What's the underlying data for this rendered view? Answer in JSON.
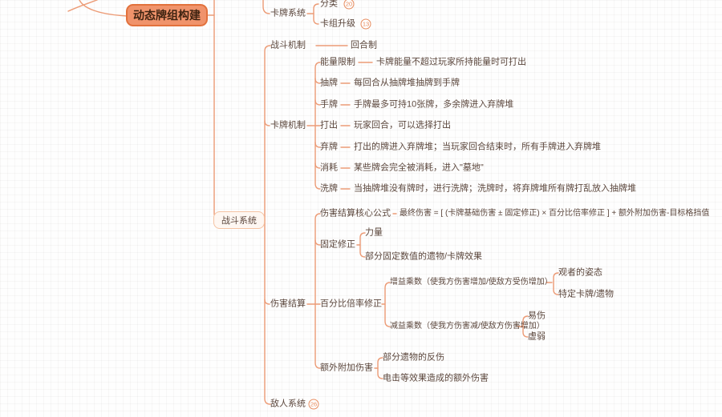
{
  "colors": {
    "connector_line": "#EC9B76",
    "main_node_fill": "#F0936B",
    "main_node_border": "#E2713C",
    "soft_node_border": "#F5C3A3",
    "text": "#5B463C",
    "badge": "#E78B5D"
  },
  "root": {
    "label": "动态牌组构建"
  },
  "card_system": {
    "label": "卡牌系统",
    "children": [
      {
        "label": "分类",
        "badge": "20"
      },
      {
        "label": "卡组升级",
        "badge": "13"
      }
    ]
  },
  "battle_system": {
    "label": "战斗系统",
    "battle_mechanism": {
      "label": "战斗机制",
      "mode": "回合制"
    },
    "card_mechanism": {
      "label": "卡牌机制",
      "rows": [
        {
          "label": "能量限制",
          "desc": "卡牌能量不超过玩家所持能量时可打出"
        },
        {
          "label": "抽牌",
          "desc": "每回合从抽牌堆抽牌到手牌"
        },
        {
          "label": "手牌",
          "desc": "手牌最多可持10张牌，多余牌进入弃牌堆"
        },
        {
          "label": "打出",
          "desc": "玩家回合，可以选择打出"
        },
        {
          "label": "弃牌",
          "desc": "打出的牌进入弃牌堆；当玩家回合结束时，所有手牌进入弃牌堆"
        },
        {
          "label": "消耗",
          "desc": "某些牌会完全被消耗，进入\"墓地\""
        },
        {
          "label": "洗牌",
          "desc": "当抽牌堆没有牌时，进行洗牌；洗牌时，将弃牌堆所有牌打乱放入抽牌堆"
        }
      ]
    },
    "damage_calc": {
      "label": "伤害结算",
      "formula": {
        "label": "伤害结算核心公式",
        "desc": "最终伤害 = [ (卡牌基础伤害 ± 固定修正) × 百分比倍率修正 ] + 额外附加伤害-目标格挡值"
      },
      "fixed_mod": {
        "label": "固定修正",
        "children": [
          {
            "label": "力量"
          },
          {
            "label": "部分固定数值的遗物/卡牌效果"
          }
        ]
      },
      "percent_mod": {
        "label": "百分比倍率修正",
        "buff": {
          "label": "增益乘数（使我方伤害增加/使敌方受伤增加）",
          "children": [
            {
              "label": "观者的姿态"
            },
            {
              "label": "特定卡牌/遗物"
            }
          ]
        },
        "debuff": {
          "label": "减益乘数（使我方伤害减/使敌方伤害增加）",
          "children": [
            {
              "label": "易伤"
            },
            {
              "label": "虚弱"
            }
          ]
        }
      },
      "extra_damage": {
        "label": "额外附加伤害",
        "children": [
          {
            "label": "部分遗物的反伤"
          },
          {
            "label": "电击等效果造成的额外伤害"
          }
        ]
      }
    },
    "enemy_system": {
      "label": "敌人系统",
      "badge": "26"
    }
  }
}
